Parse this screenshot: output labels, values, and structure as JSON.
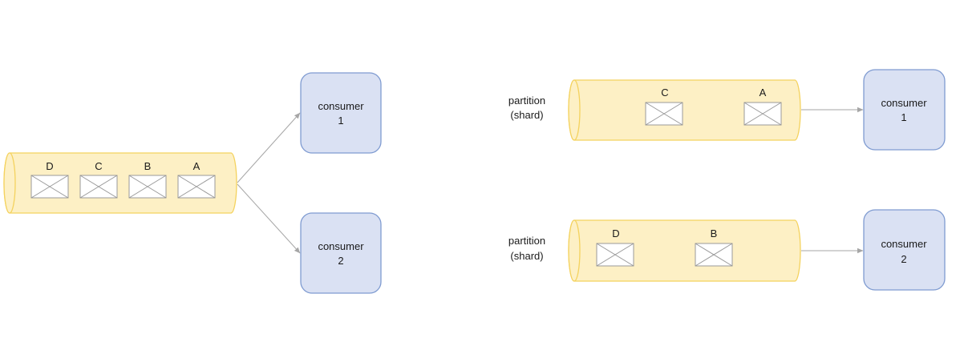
{
  "left_queue": {
    "messages": [
      "D",
      "C",
      "B",
      "A"
    ]
  },
  "left_consumers": [
    {
      "line1": "consumer",
      "line2": "1"
    },
    {
      "line1": "consumer",
      "line2": "2"
    }
  ],
  "partitions": [
    {
      "label_line1": "partition",
      "label_line2": "(shard)",
      "messages": [
        "C",
        "A"
      ]
    },
    {
      "label_line1": "partition",
      "label_line2": "(shard)",
      "messages": [
        "D",
        "B"
      ]
    }
  ],
  "right_consumers": [
    {
      "line1": "consumer",
      "line2": "1"
    },
    {
      "line1": "consumer",
      "line2": "2"
    }
  ],
  "colors": {
    "queue_fill": "#fdf0c5",
    "queue_stroke": "#f4d25e",
    "consumer_fill": "#dae1f3",
    "consumer_stroke": "#7f9bd1",
    "arrow": "#a6a6a6"
  }
}
